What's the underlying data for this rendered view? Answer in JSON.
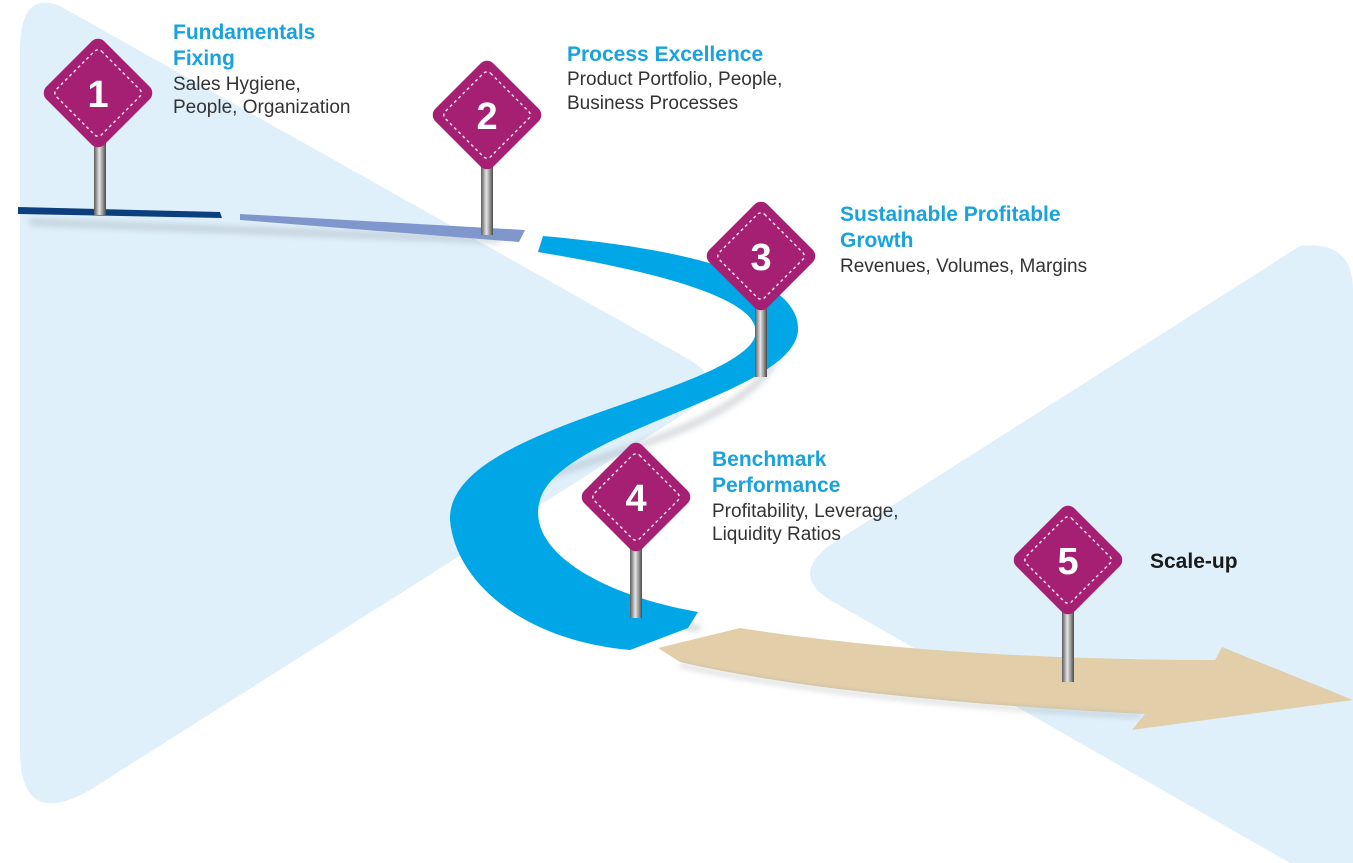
{
  "colors": {
    "background_panel": "#dff0fb",
    "road_dark": "#0b3f7e",
    "road_light": "#7f97cc",
    "road_blue": "#00a6e6",
    "arrow": "#e2cfaa",
    "sign": "#a51f73",
    "title": "#19a2dd",
    "text": "#333333"
  },
  "milestones": [
    {
      "number": "1",
      "title_line1": "Fundamentals",
      "title_line2": "Fixing",
      "desc_line1": "Sales Hygiene,",
      "desc_line2": "People, Organization"
    },
    {
      "number": "2",
      "title_line1": "Process Excellence",
      "desc_line1": "Product Portfolio, People,",
      "desc_line2": "Business Processes"
    },
    {
      "number": "3",
      "title_line1": "Sustainable Profitable",
      "title_line2": "Growth",
      "desc_line1": "Revenues, Volumes, Margins"
    },
    {
      "number": "4",
      "title_line1": "Benchmark",
      "title_line2": "Performance",
      "desc_line1": "Profitability, Leverage,",
      "desc_line2": "Liquidity Ratios"
    },
    {
      "number": "5",
      "label": "Scale-up"
    }
  ]
}
